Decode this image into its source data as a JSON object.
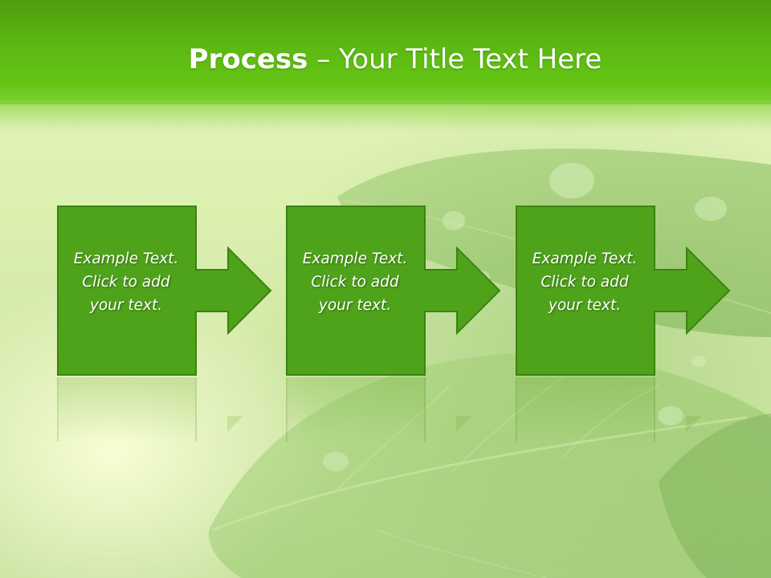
{
  "slide": {
    "title_bold": "Process",
    "title_sep": " – ",
    "title_rest": "Your Title Text Here"
  },
  "steps": [
    {
      "line1": "Example Text.",
      "line2": "Click  to add",
      "line3": "your text."
    },
    {
      "line1": "Example Text.",
      "line2": "Click  to add",
      "line3": "your text."
    },
    {
      "line1": "Example Text.",
      "line2": "Click  to add",
      "line3": "your text."
    }
  ],
  "colors": {
    "header": "#5db812",
    "box_fill": "#4fa31a",
    "box_border": "#3d8a10",
    "text": "#ffffff"
  }
}
